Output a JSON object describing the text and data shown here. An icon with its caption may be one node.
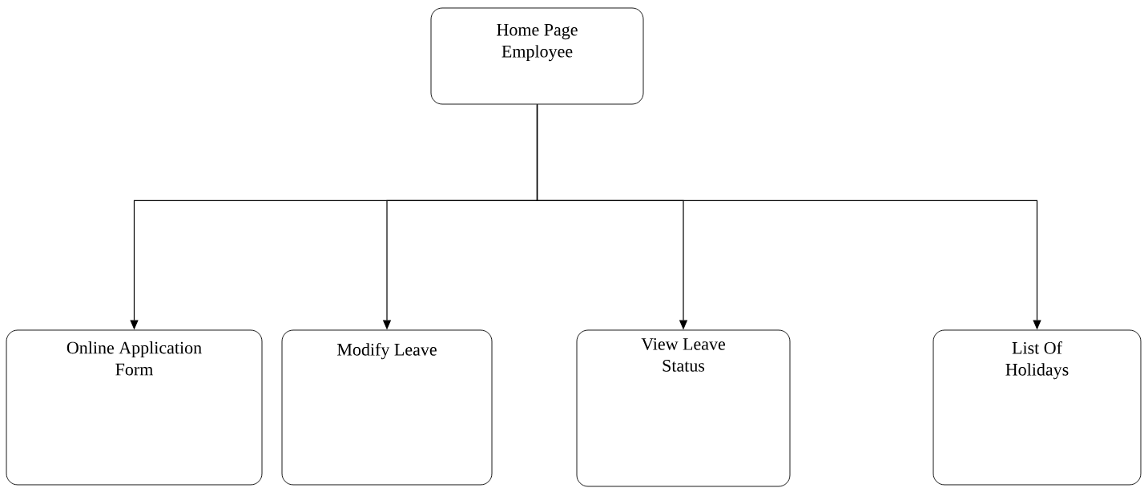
{
  "diagram": {
    "nodes": [
      {
        "text": [
          "Home Page Employee"
        ]
      },
      {
        "text": [
          "Online Application Form"
        ]
      },
      {
        "text": [
          "Modify Leave"
        ]
      },
      {
        "text": [
          "View Leave Status"
        ]
      },
      {
        "text": [
          "List Of Holidays"
        ]
      }
    ],
    "edges": [
      {
        "from": 0,
        "to": 1,
        "arrow": "to"
      },
      {
        "from": 0,
        "to": 2,
        "arrow": "to"
      },
      {
        "from": 0,
        "to": 3,
        "arrow": "to"
      },
      {
        "from": 0,
        "to": 4,
        "arrow": "to"
      }
    ]
  }
}
